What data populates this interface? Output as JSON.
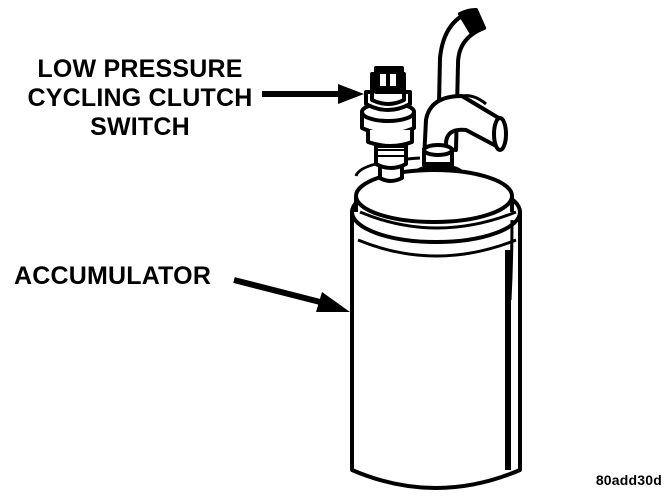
{
  "callouts": {
    "switch": {
      "line1": "LOW PRESSURE",
      "line2": "CYCLING CLUTCH",
      "line3": "SWITCH"
    },
    "accumulator": "ACCUMULATOR"
  },
  "figure_id": "80add30d",
  "colors": {
    "ink": "#000000",
    "paper": "#ffffff"
  }
}
